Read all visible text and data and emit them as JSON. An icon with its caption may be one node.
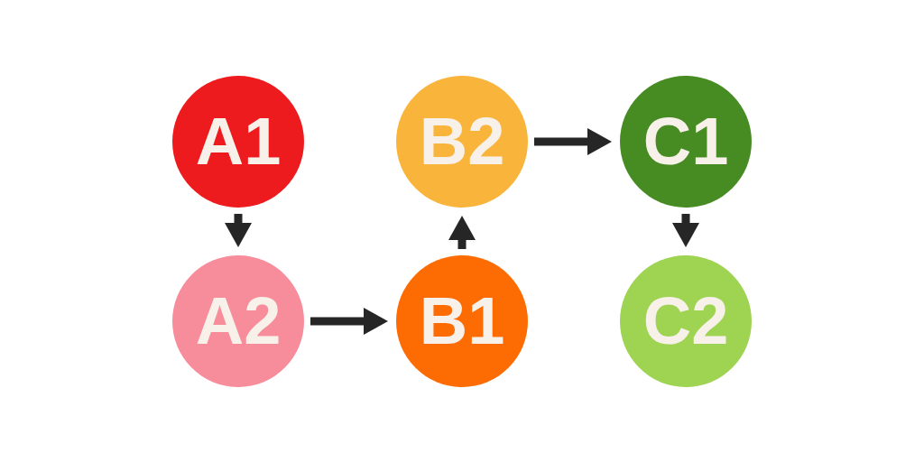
{
  "diagram": {
    "nodes": [
      {
        "text": [
          "A1"
        ]
      },
      {
        "text": [
          "B2"
        ]
      },
      {
        "text": [
          "C1"
        ]
      },
      {
        "text": [
          "A2"
        ]
      },
      {
        "text": [
          "B1"
        ]
      },
      {
        "text": [
          "C2"
        ]
      }
    ],
    "edges": [
      {
        "from": 0,
        "to": 3,
        "arrow": "to"
      },
      {
        "from": 3,
        "to": 4,
        "arrow": "to"
      },
      {
        "from": 4,
        "to": 1,
        "arrow": "to"
      },
      {
        "from": 1,
        "to": 2,
        "arrow": "to"
      },
      {
        "from": 2,
        "to": 5,
        "arrow": "to"
      }
    ]
  }
}
